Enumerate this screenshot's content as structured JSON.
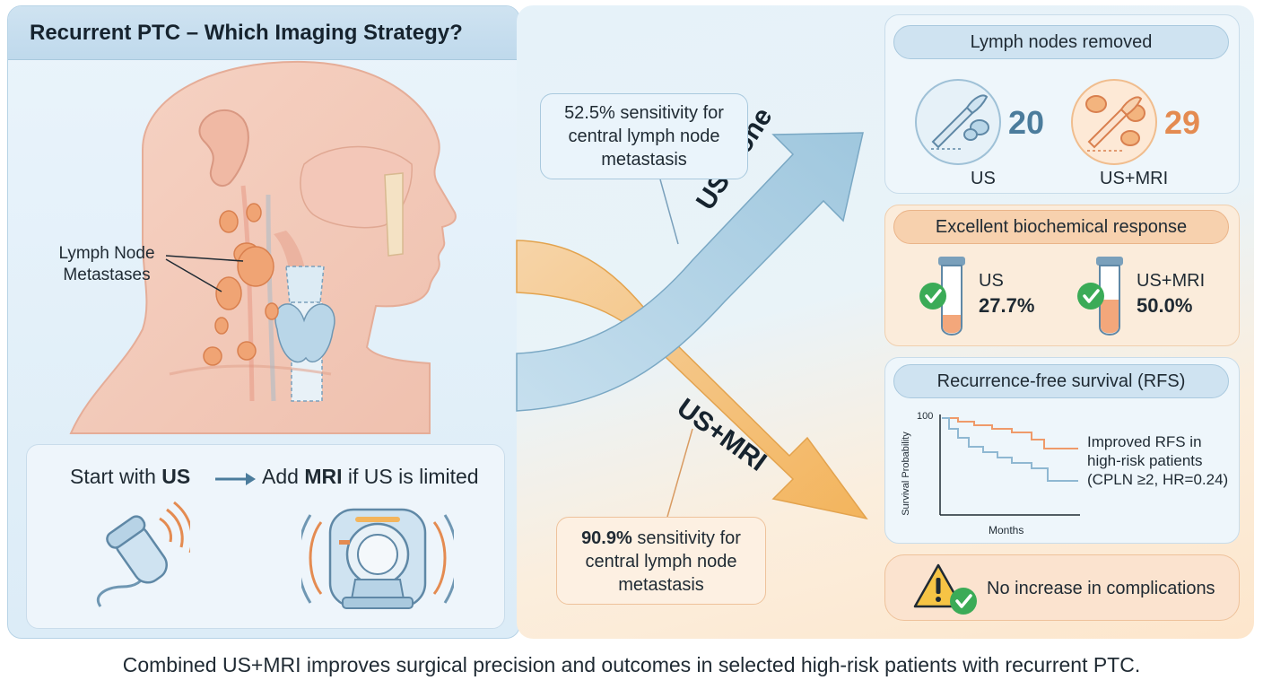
{
  "title": "Recurrent PTC – Which Imaging Strategy?",
  "anatomy": {
    "lymph_label_1": "Lymph Node",
    "lymph_label_2": "Metastases"
  },
  "workflow": {
    "start_prefix": "Start with ",
    "start_bold": "US",
    "add_prefix": "Add ",
    "add_bold": "MRI",
    "add_suffix": " if US is limited"
  },
  "callouts": {
    "us": {
      "line1": "52.5% sensitivity for",
      "line2": "central lymph node",
      "line3": "metastasis"
    },
    "mri": {
      "bold": "90.9%",
      "line1_rest": " sensitivity for",
      "line2": "central lymph node",
      "line3": "metastasis"
    }
  },
  "arrows": {
    "us_alone": "US alone",
    "us_mri": "US+MRI"
  },
  "lymph_nodes": {
    "title": "Lymph nodes removed",
    "us": {
      "label": "US",
      "value": "20"
    },
    "us_mri": {
      "label": "US+MRI",
      "value": "29"
    }
  },
  "biochemical": {
    "title": "Excellent biochemical response",
    "us": {
      "label": "US",
      "value": "27.7%",
      "fill_fraction": 0.277
    },
    "us_mri": {
      "label": "US+MRI",
      "value": "50.0%",
      "fill_fraction": 0.5
    }
  },
  "rfs": {
    "title": "Recurrence-free survival (RFS)",
    "ylabel": "Survival Probability",
    "xlabel": "Months",
    "y_max_label": "100",
    "annotation_1": "Improved RFS in",
    "annotation_2": "high-risk patients",
    "annotation_3": "(CPLN ≥2, HR=0.24)"
  },
  "complications": {
    "text": "No increase in complications"
  },
  "footer": "Combined US+MRI improves surgical precision and outcomes in selected high-risk patients with recurrent PTC.",
  "colors": {
    "blue": "#a9cfe3",
    "orange": "#f3b45c",
    "green": "#3bab57",
    "orange_num": "#e48b51",
    "blue_num": "#4b7c9c"
  },
  "icons": [
    "scalpel-icon",
    "lymph-node-icon",
    "test-tube-icon",
    "checkmark-icon",
    "warning-icon",
    "ultrasound-probe-icon",
    "mri-scanner-icon"
  ]
}
